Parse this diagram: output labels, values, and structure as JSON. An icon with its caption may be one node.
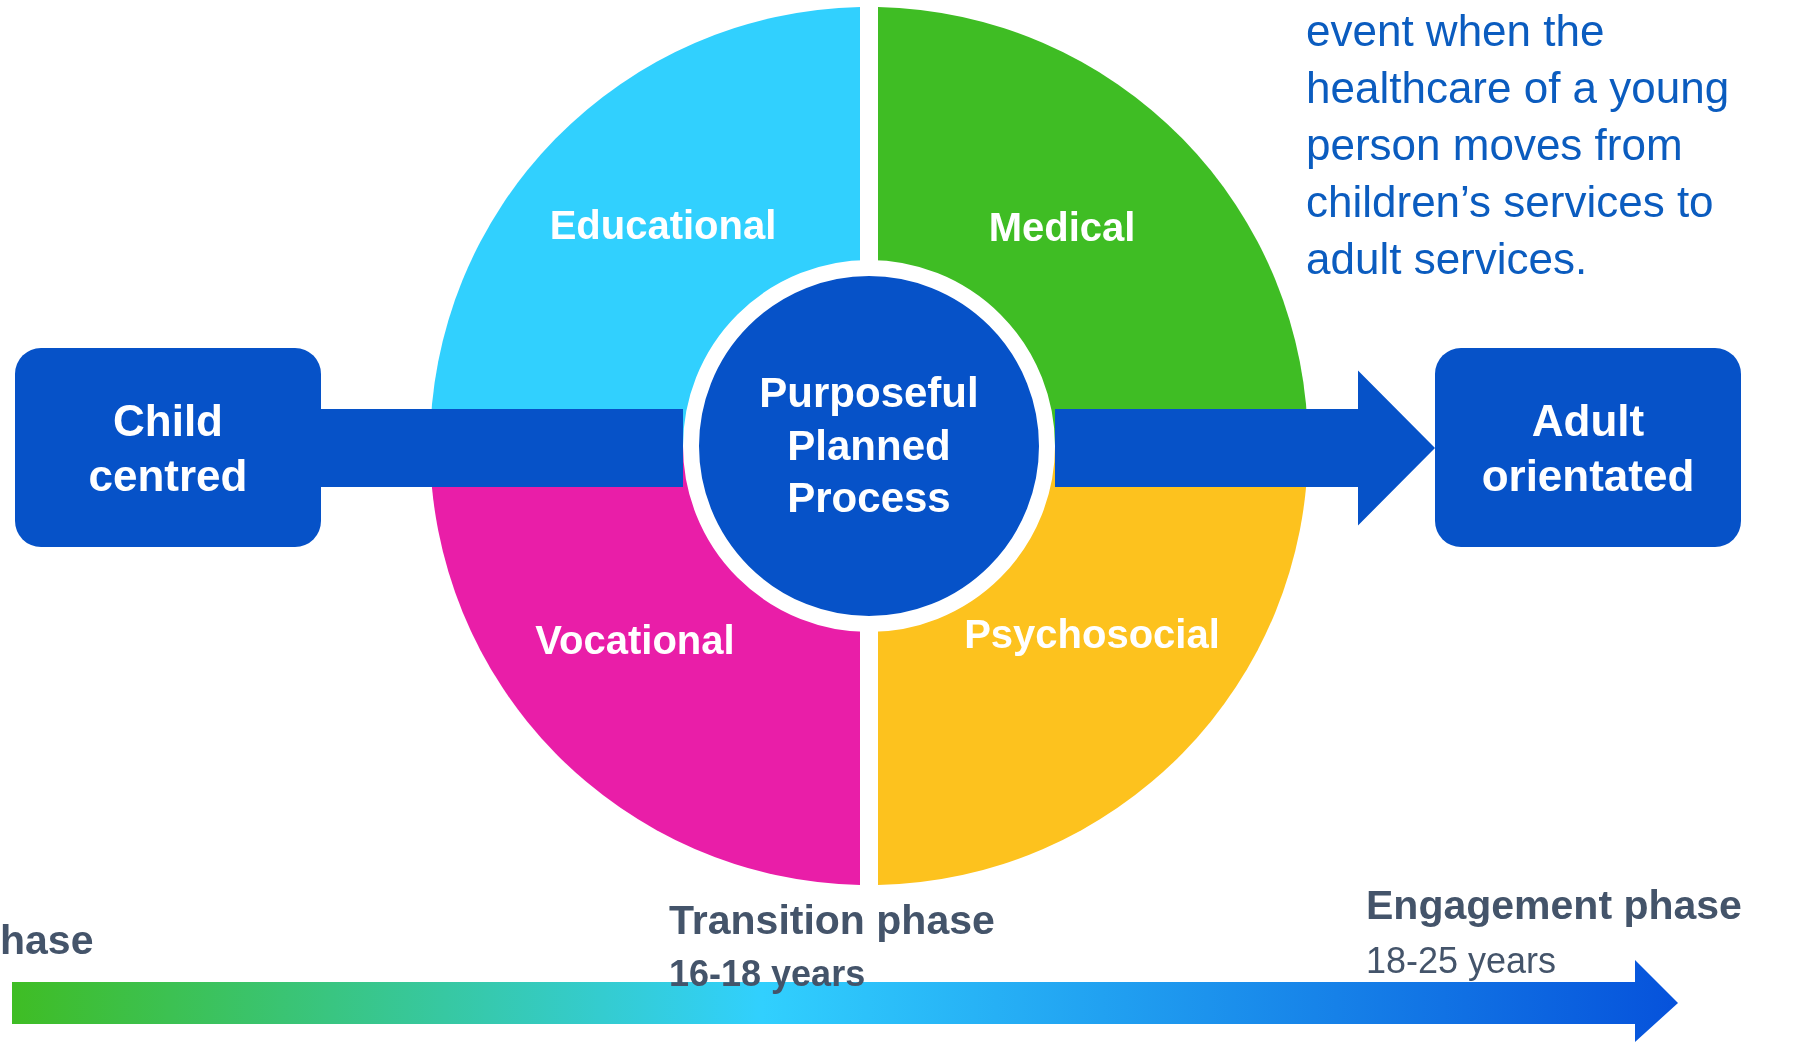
{
  "diagram": {
    "nodes": [
      {
        "text": [
          "Child centred"
        ]
      },
      {
        "text": [
          "Educational"
        ]
      },
      {
        "text": [
          "Medical"
        ]
      },
      {
        "text": [
          "Purposeful Planned Process"
        ]
      },
      {
        "text": [
          "Vocational"
        ]
      },
      {
        "text": [
          "Psychosocial"
        ]
      },
      {
        "text": [
          "Adult orientated"
        ]
      }
    ],
    "edges": [
      {
        "from": 0,
        "to": 3,
        "arrow": "none"
      },
      {
        "from": 3,
        "to": 6,
        "arrow": "to"
      }
    ],
    "labels": [
      "event when the healthcare of a young person moves from children’s services to adult services.",
      "hase",
      "Transition phase",
      "16-18 years",
      "Engagement phase",
      "18-25 years"
    ]
  }
}
